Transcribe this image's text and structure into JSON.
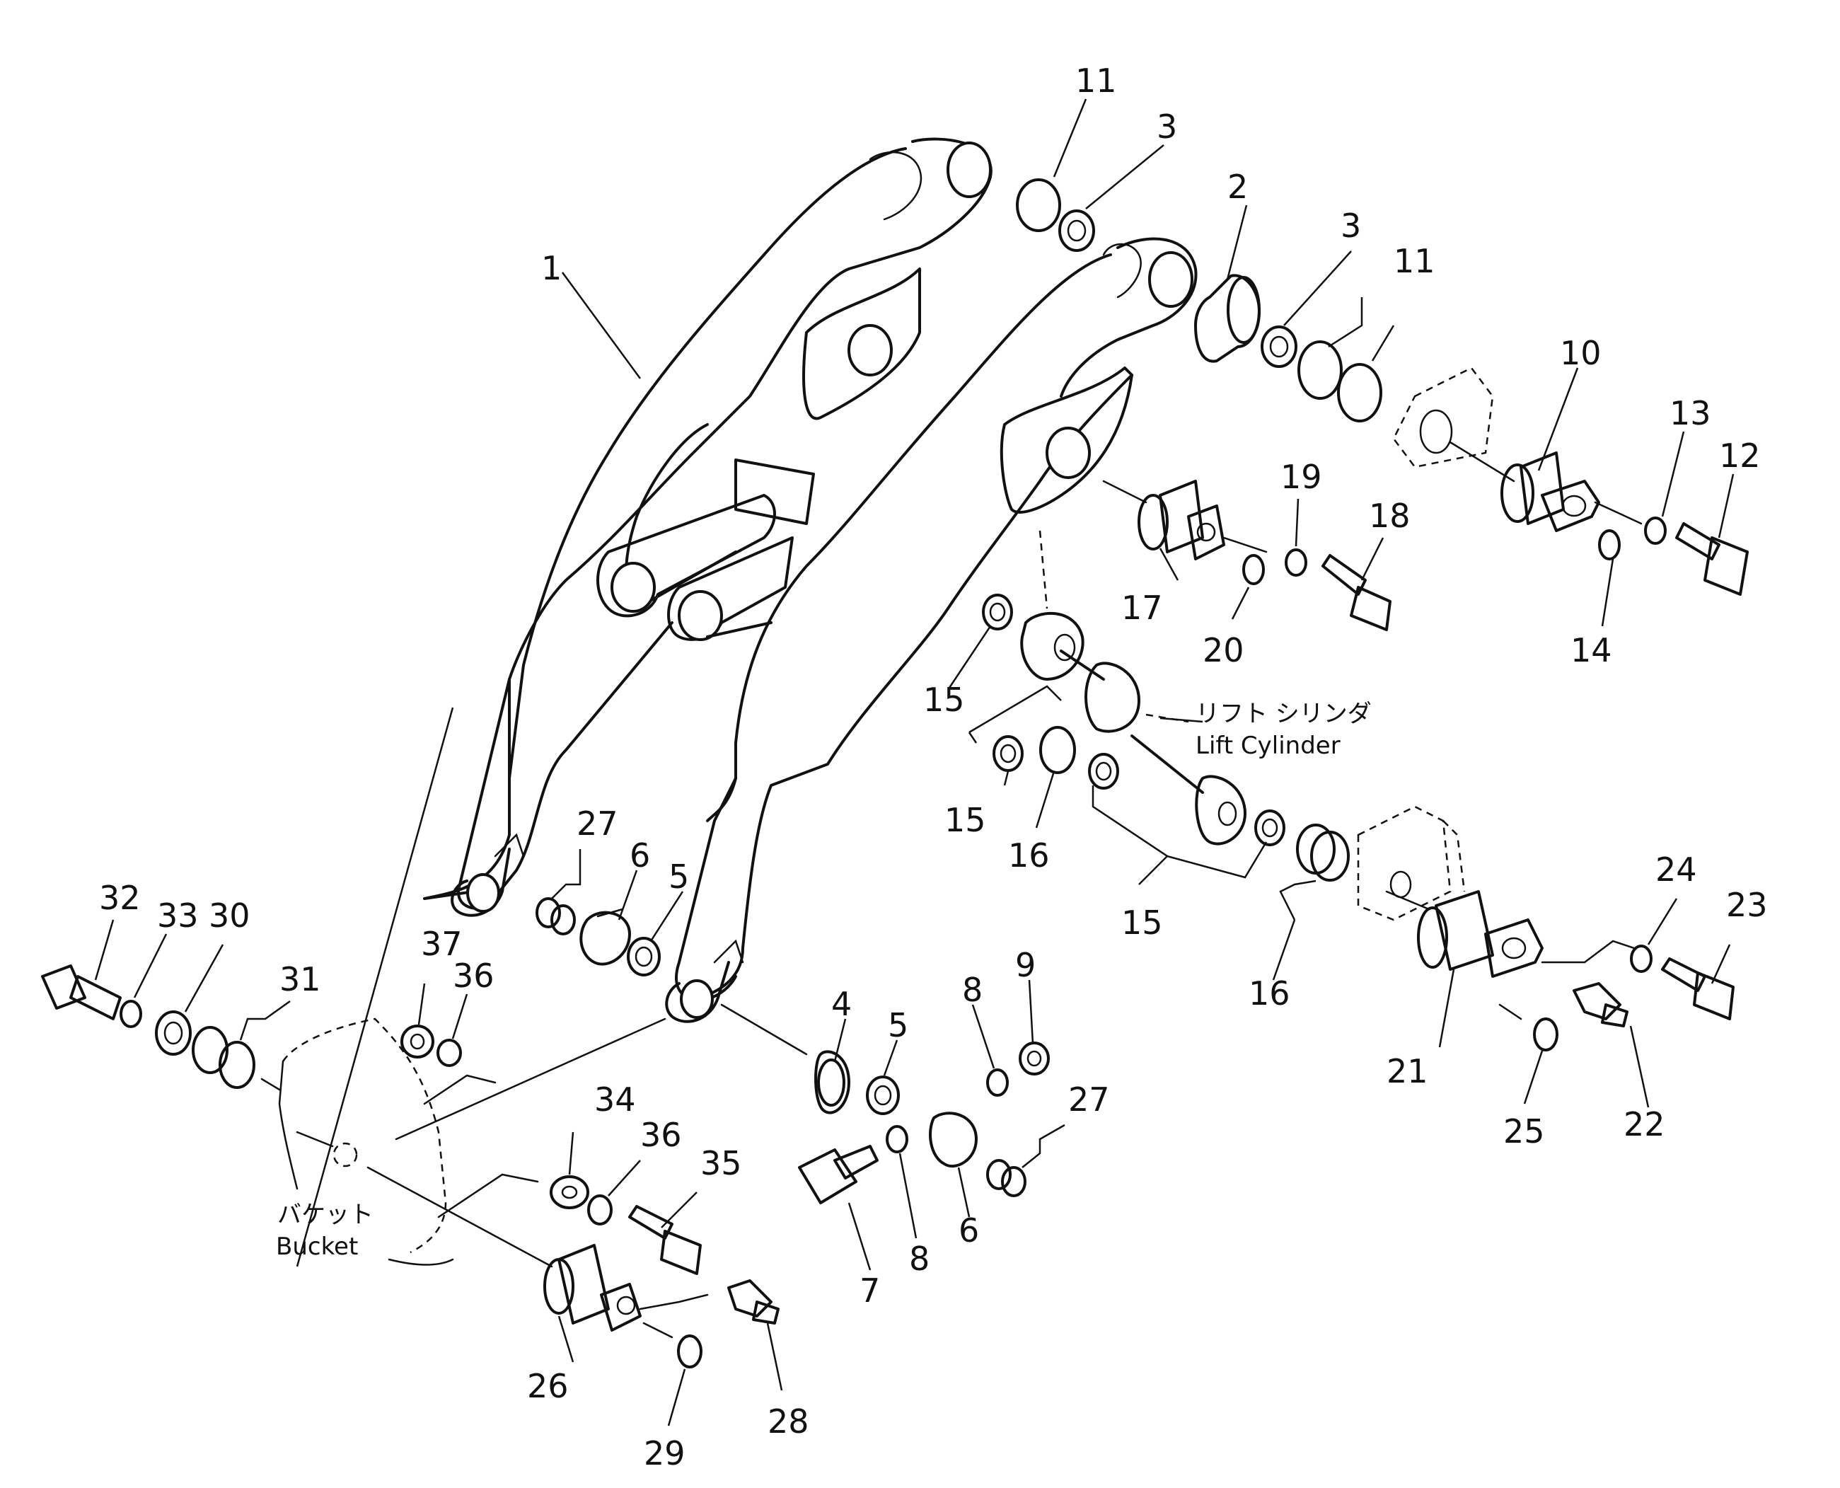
{
  "labels": {
    "lift_cylinder_jp": "リフト シリンダ",
    "lift_cylinder_en": "Lift Cylinder",
    "bucket_jp": "バケット",
    "bucket_en": "Bucket"
  },
  "callouts": [
    "1",
    "2",
    "3",
    "3",
    "4",
    "5",
    "5",
    "6",
    "6",
    "7",
    "8",
    "8",
    "9",
    "10",
    "11",
    "11",
    "12",
    "13",
    "14",
    "15",
    "15",
    "15",
    "16",
    "16",
    "17",
    "18",
    "19",
    "20",
    "21",
    "22",
    "23",
    "24",
    "25",
    "26",
    "27",
    "27",
    "28",
    "29",
    "30",
    "31",
    "32",
    "33",
    "34",
    "35",
    "36",
    "36",
    "37"
  ]
}
